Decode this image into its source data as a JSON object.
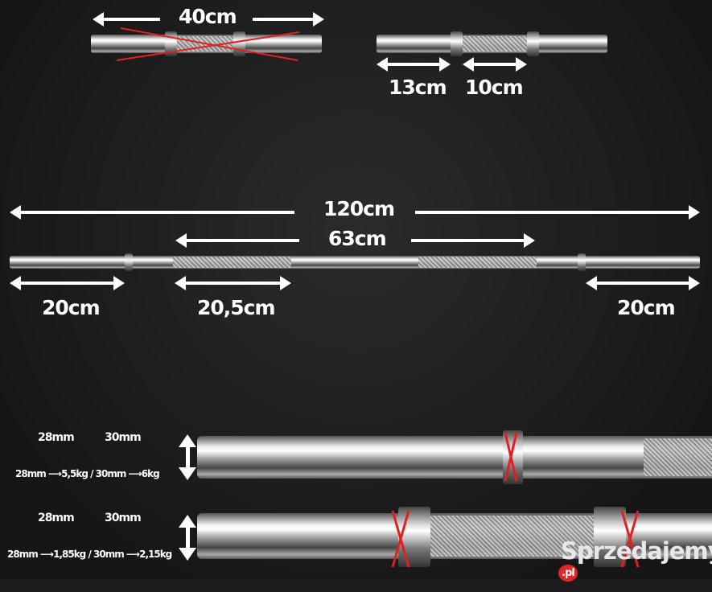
{
  "top_left": {
    "length": "40cm",
    "crossed_out": true
  },
  "top_right": {
    "sleeve": "13cm",
    "grip": "10cm"
  },
  "long_bar": {
    "total": "120cm",
    "inner": "63cm",
    "left_sleeve": "20cm",
    "knurl": "20,5cm",
    "right_sleeve": "20cm"
  },
  "bar_long_diam": {
    "d1": "28mm",
    "d2": "30mm",
    "weights": "28mm ⟶5,5kg / 30mm ⟶6kg"
  },
  "bar_short_diam": {
    "d1": "28mm",
    "d2": "30mm",
    "weights": "28mm ⟶1,85kg / 30mm ⟶2,15kg"
  },
  "watermark": {
    "text": "Sprzedajemy",
    "suffix": ".pl",
    "color": "#e0262b"
  }
}
